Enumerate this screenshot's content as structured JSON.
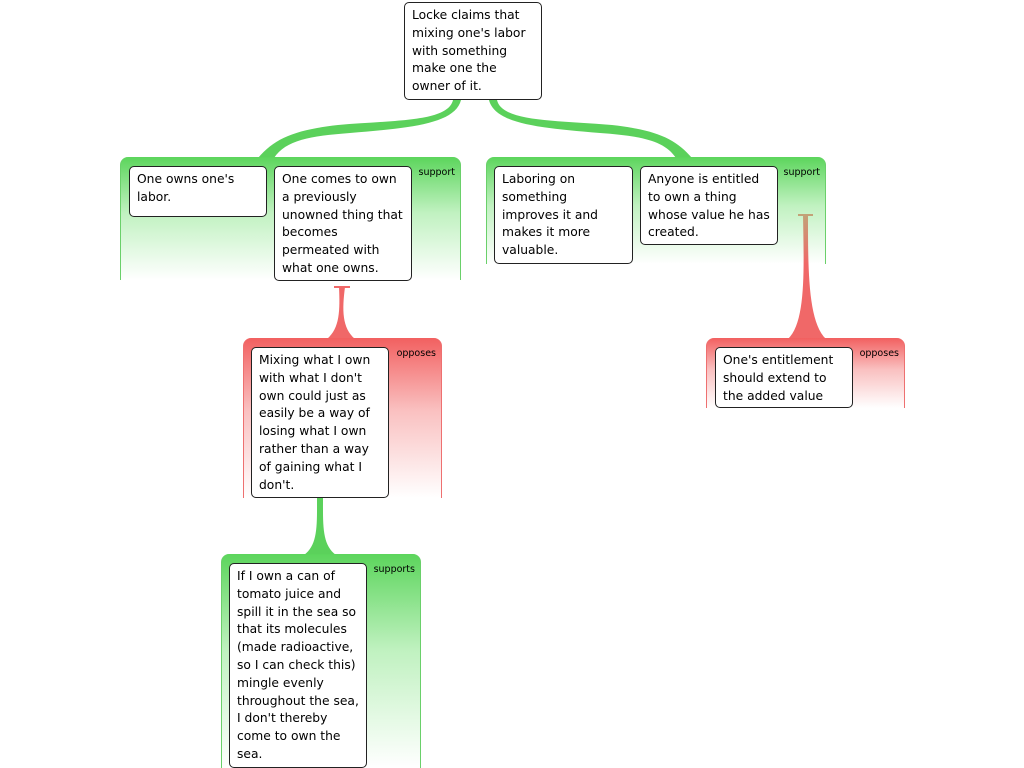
{
  "colors": {
    "support": "#5cd55c",
    "oppose": "#f26060",
    "support_link": "#5bd15b",
    "oppose_link": "#f06868"
  },
  "claim": {
    "text": "Locke claims that mixing one's labor with something make one the owner of it."
  },
  "group_left": {
    "label": "support",
    "premise_1": "One owns one's labor.",
    "premise_2": "One comes to own a previously unowned thing that becomes permeated with what one owns."
  },
  "group_right": {
    "label": "support",
    "premise_1": "Laboring on something improves it and makes it more valuable.",
    "premise_2": "Anyone is entitled to own a thing whose value he has created."
  },
  "objection_1": {
    "label": "opposes",
    "text": "Mixing what I own with what I don't own could just as easily be a way of losing what I own rather than a way of gaining what I don't."
  },
  "objection_2": {
    "label": "opposes",
    "text": "One's entitlement should extend to the added value"
  },
  "support_1": {
    "label": "supports",
    "text": "If I own a can of tomato juice and spill it in the sea so that its molecules (made radioactive, so I can check this) mingle evenly throughout the sea, I don't thereby come to own the sea."
  }
}
